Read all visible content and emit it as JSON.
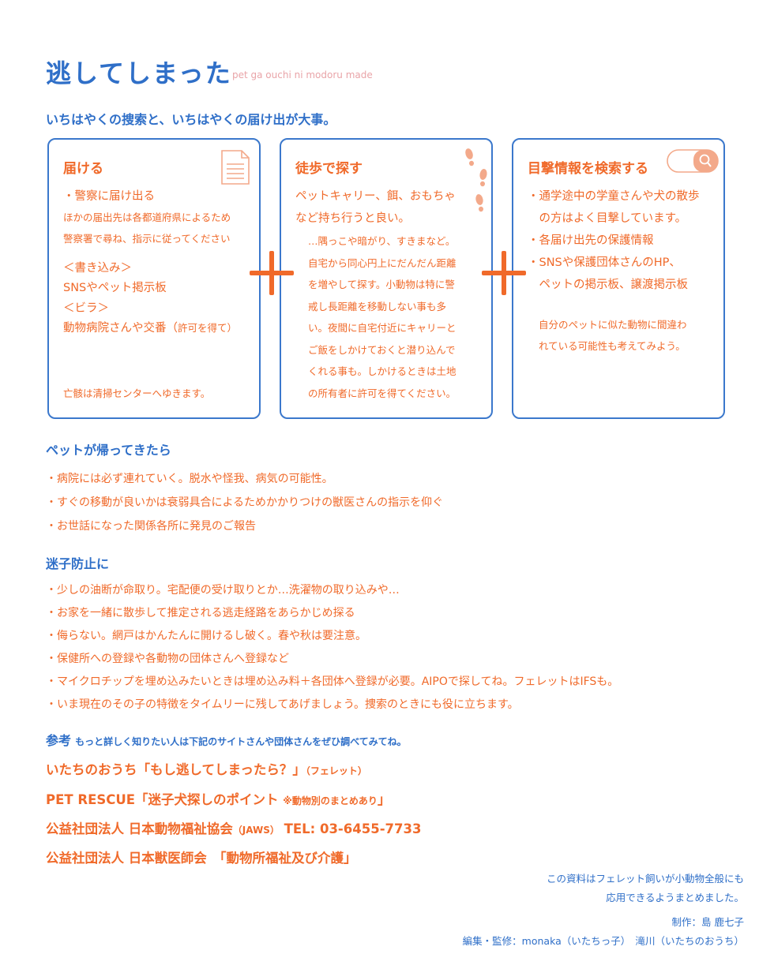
{
  "header": {
    "title": "逃してしまった",
    "subtitle": "pet ga ouchi ni modoru made",
    "tagline": "いちはやくの捜索と、いちはやくの届け出が大事。"
  },
  "cards": [
    {
      "title": "届ける",
      "icon": "document-icon",
      "lines": [
        "・警察に届け出る",
        "ほかの届出先は各都道府県によるため",
        "警察署で尋ね、指示に従ってください",
        "＜書き込み＞",
        "SNSやペット掲示板",
        "＜ビラ＞",
        "動物病院さんや交番（",
        "許可を得て）"
      ],
      "footnote": "亡骸は清掃センターへゆきます。"
    },
    {
      "title": "徒歩で探す",
      "icon": "footprints-icon",
      "lines": [
        "ペットキャリー、餌、おもちゃ",
        "など持ち行うと良い。"
      ],
      "detail": [
        "…隅っこや暗がり、すきまなど。",
        "自宅から同心円上にだんだん距離",
        "を増やして探す。小動物は特に警",
        "戒し長距離を移動しない事も多",
        "い。夜間に自宅付近にキャリーと",
        "ご飯をしかけておくと潜り込んで",
        "くれる事も。しかけるときは土地",
        "の所有者に許可を得てください。"
      ]
    },
    {
      "title": "目撃情報を検索する",
      "icon": "search-icon",
      "lines": [
        "・通学途中の学童さんや犬の散歩",
        "　の方はよく目撃しています。",
        "・各届け出先の保護情報",
        "・SNSや保護団体さんのHP、",
        "　ペットの掲示板、譲渡掲示板"
      ],
      "detail": [
        "自分のペットに似た動物に間違わ",
        "れている可能性も考えてみよう。"
      ]
    }
  ],
  "returned": {
    "title": "ペットが帰ってきたら",
    "items": [
      "・病院には必ず連れていく。脱水や怪我、病気の可能性。",
      "・すぐの移動が良いかは衰弱具合によるためかかりつけの獣医さんの指示を仰ぐ",
      "・お世話になった関係各所に発見のご報告"
    ]
  },
  "prevention": {
    "title": "迷子防止に",
    "items": [
      "・少しの油断が命取り。宅配便の受け取りとか…洗濯物の取り込みや…",
      "・お家を一緒に散歩して推定される逃走経路をあらかじめ探る",
      "・侮らない。網戸はかんたんに開けるし破く。春や秋は要注意。",
      "・保健所への登録や各動物の団体さんへ登録など",
      "・マイクロチップを埋め込みたいときは埋め込み料＋各団体へ登録が必要。AIPOで探してね。フェレットはIFSも。",
      "・いま現在のその子の特徴をタイムリーに残してあげましょう。捜索のときにも役に立ちます。"
    ]
  },
  "references": {
    "title": "参考",
    "note": "もっと詳しく知りたい人は下記のサイトさんや団体さんをぜひ調べてみてね。",
    "links": [
      {
        "main": "いたちのおうち「もし逃してしまったら？」",
        "small": "（フェレット）"
      },
      {
        "main": "PET RESCUE「迷子犬探しのポイント",
        "small": "※動物別のまとめあり",
        "tail": "」"
      },
      {
        "main": "公益社団法人 日本動物福祉協会",
        "small": "（JAWS）",
        "tail": " TEL: 03-6455-7733"
      },
      {
        "main": "公益社団法人 日本獣医師会　「動物所福祉及び介護」"
      }
    ]
  },
  "footer": {
    "note1": "この資料はフェレット飼いが小動物全般にも",
    "note2": "応用できるようまとめました。",
    "credit1": "制作：島 鹿七子",
    "credit2": "編集・監修：monaka（いたちっ子）　滝川（いたちのおうち）"
  }
}
